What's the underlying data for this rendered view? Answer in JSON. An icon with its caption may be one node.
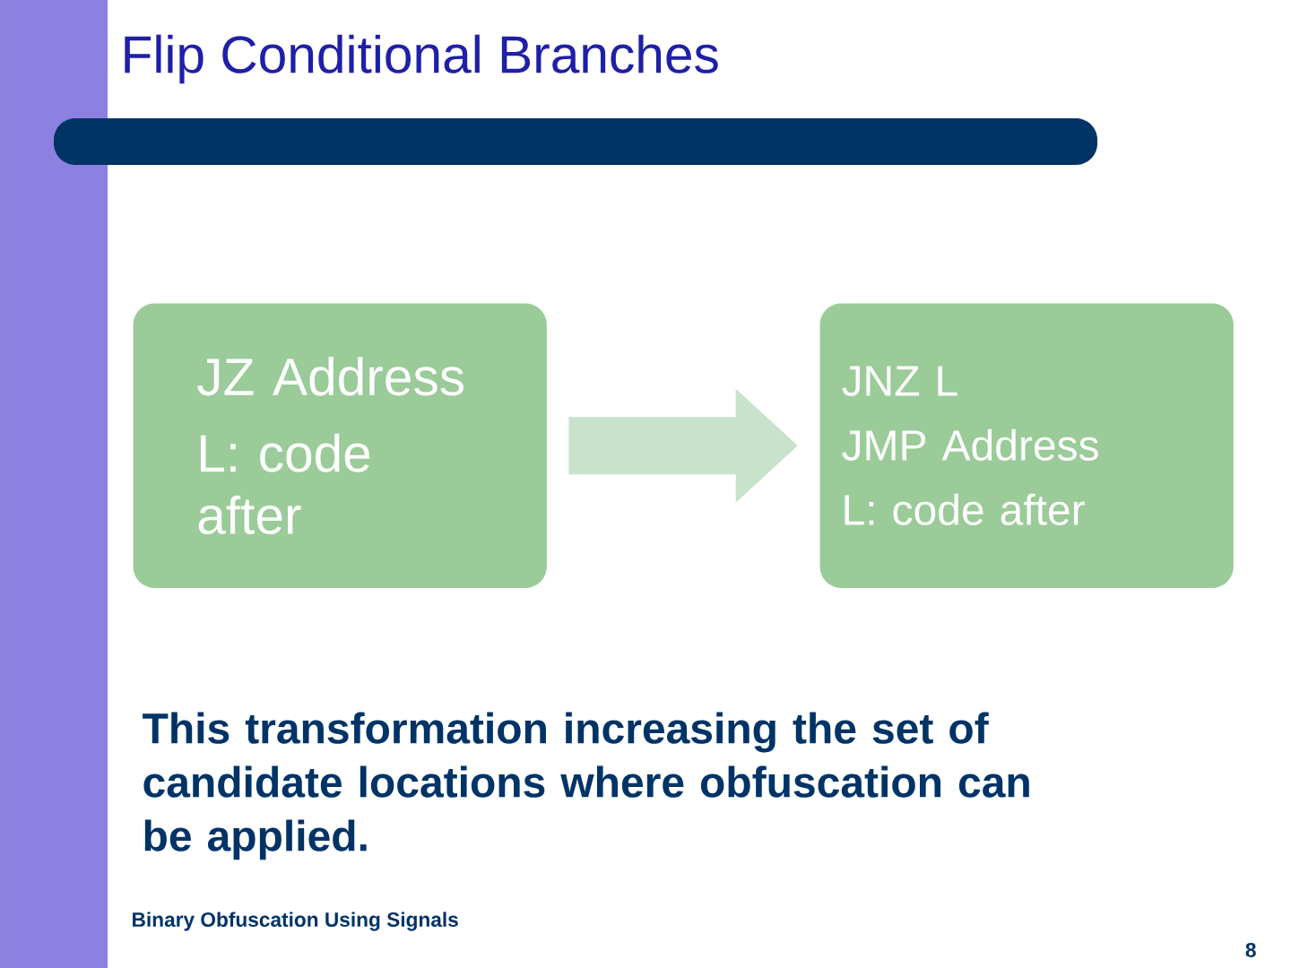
{
  "diagram": {
    "title": "Flip Conditional Branches",
    "nodes": [
      {
        "text": [
          "JZ Address",
          "L: code after"
        ]
      },
      {
        "text": [
          "JNZ L",
          "JMP Address",
          "L: code after"
        ]
      }
    ],
    "edges": [
      {
        "from": 0,
        "to": 1,
        "arrow": "to"
      }
    ],
    "labels": [
      "This transformation increasing the set of candidate locations where obfuscation can be applied.",
      "Binary Obfuscation Using Signals",
      "8"
    ]
  }
}
